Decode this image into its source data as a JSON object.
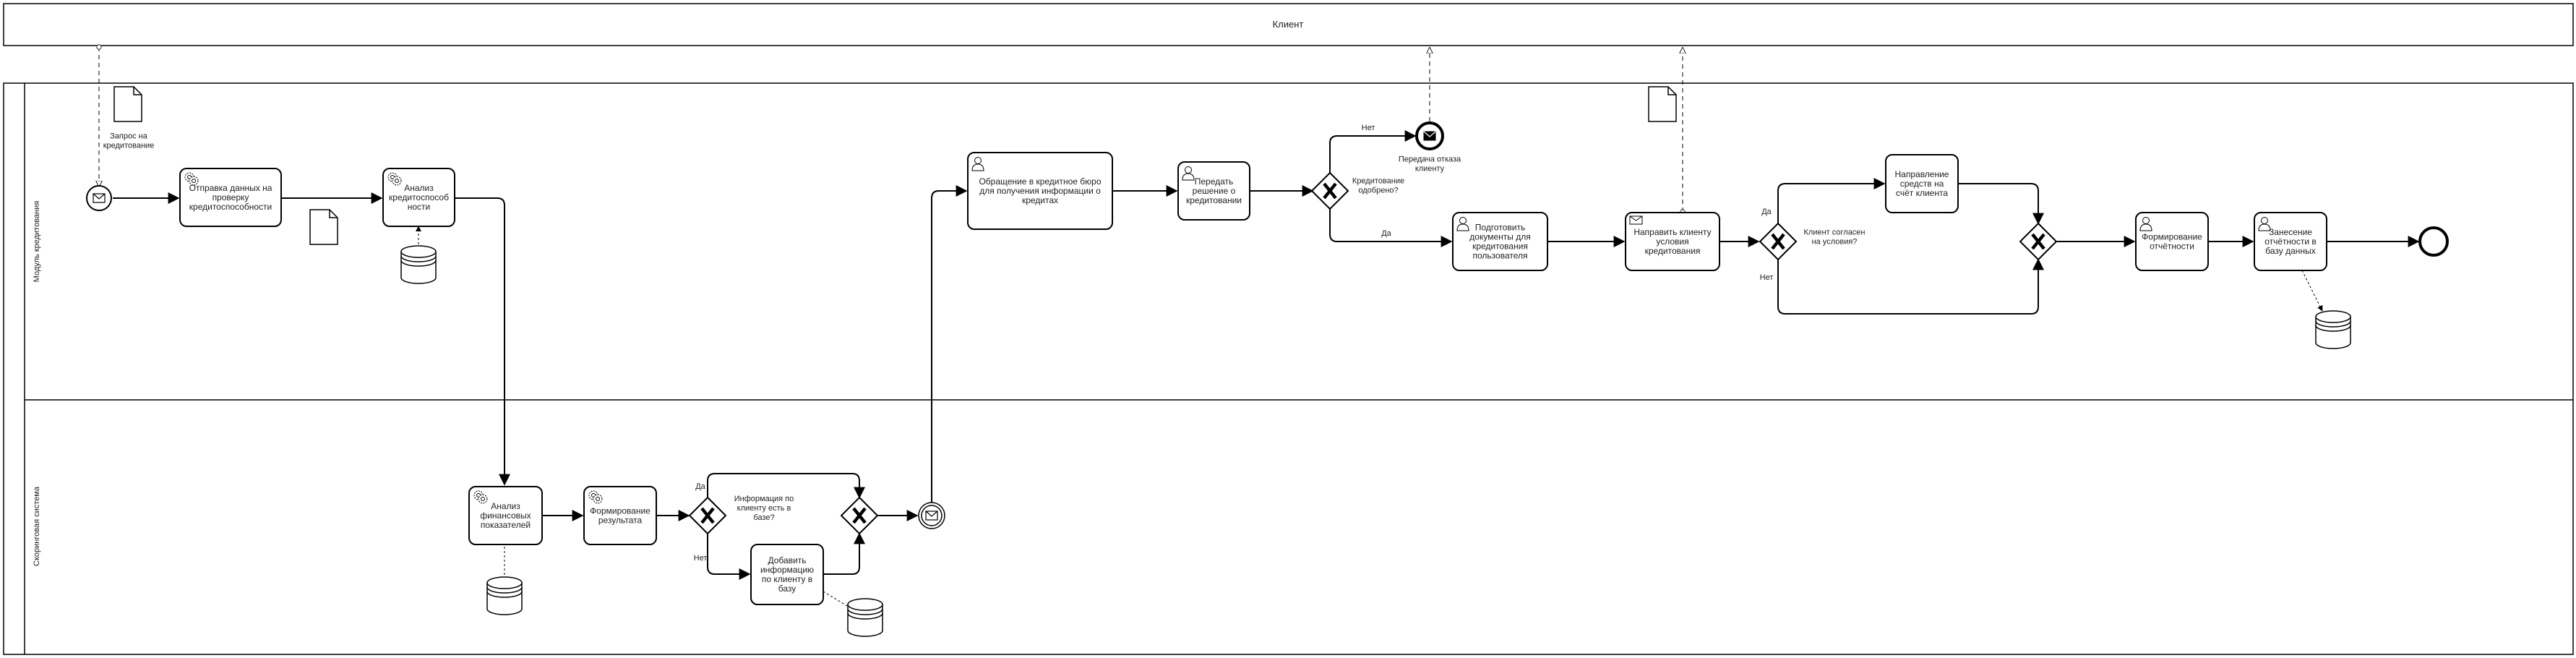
{
  "pools": {
    "client": {
      "title": "Клиент"
    },
    "main": {
      "lanes": [
        {
          "id": "lane_module",
          "title": "Модуль кредитования"
        },
        {
          "id": "lane_scoring",
          "title": "Скоринговая система"
        }
      ]
    }
  },
  "labels": {
    "request_doc": "Запрос на кредитование",
    "refusal_event": "Передача отказа клиенту",
    "edge_no": "Нет",
    "edge_yes": "Да"
  },
  "tasks": [
    {
      "id": "t_send",
      "lines": [
        "Отправка данных на",
        "проверку",
        "кредитоспособности"
      ],
      "icon": "service"
    },
    {
      "id": "t_analysis",
      "lines": [
        "Анализ",
        "кредитоспособ",
        "ности"
      ],
      "icon": "service"
    },
    {
      "id": "t_bureau",
      "lines": [
        "Обращение в кредитное бюро",
        "для получения информации о",
        "кредитах"
      ],
      "icon": "user"
    },
    {
      "id": "t_decision",
      "lines": [
        "Передать",
        "решение о",
        "кредитовании"
      ],
      "icon": "user"
    },
    {
      "id": "t_docs",
      "lines": [
        "Подготовить",
        "документы для",
        "кредитования",
        "пользователя"
      ],
      "icon": "user"
    },
    {
      "id": "t_conditions",
      "lines": [
        "Направить клиенту",
        "условия",
        "кредитования"
      ],
      "icon": "send"
    },
    {
      "id": "t_funds",
      "lines": [
        "Направление",
        "средств на",
        "счёт клиента"
      ],
      "icon": "none"
    },
    {
      "id": "t_report",
      "lines": [
        "Формирование",
        "отчётности"
      ],
      "icon": "user"
    },
    {
      "id": "t_db_report",
      "lines": [
        "Занесение",
        "отчётности в",
        "базу данных"
      ],
      "icon": "user"
    },
    {
      "id": "t_fin",
      "lines": [
        "Анализ",
        "финансовых",
        "показателей"
      ],
      "icon": "service"
    },
    {
      "id": "t_result",
      "lines": [
        "Формирование",
        "результата"
      ],
      "icon": "service"
    },
    {
      "id": "t_add_info",
      "lines": [
        "Добавить",
        "информацию",
        "по клиенту в",
        "базу"
      ],
      "icon": "none"
    }
  ],
  "gateways": [
    {
      "id": "g_approved",
      "lines": [
        "Кредитование",
        "одобрено?"
      ]
    },
    {
      "id": "g_agree",
      "lines": [
        "Клиент согласен",
        "на условия?"
      ]
    },
    {
      "id": "g_merge_top",
      "lines": []
    },
    {
      "id": "g_info",
      "lines": [
        "Информация по",
        "клиенту есть в",
        "базе?"
      ]
    },
    {
      "id": "g_merge_bottom",
      "lines": []
    }
  ],
  "colors": {
    "stroke": "#000000",
    "background": "#ffffff",
    "text": "#222222"
  }
}
